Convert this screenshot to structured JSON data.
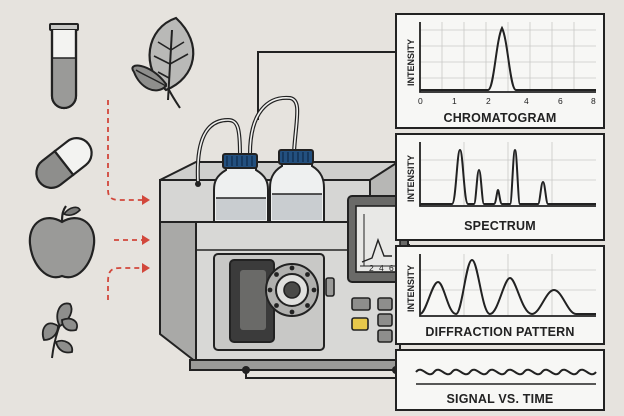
{
  "inputs": {
    "sample_icons": [
      "test-tube-icon",
      "leaf-icon",
      "capsule-icon",
      "apple-icon",
      "herb-sprig-icon"
    ]
  },
  "instrument": {
    "bottle_icons": [
      "solvent-bottle-icon",
      "solvent-bottle-icon"
    ],
    "screen_tick_labels": [
      "2",
      "4",
      "6"
    ]
  },
  "panels": {
    "chromatogram": {
      "title": "CHROMATOGRAM",
      "ylabel": "INTENSITY",
      "x_ticks": [
        "0",
        "1",
        "2",
        "4",
        "6",
        "8"
      ]
    },
    "spectrum": {
      "title": "SPECTRUM",
      "ylabel": "INTENSITY"
    },
    "diffraction": {
      "title": "DIFFRACTION PATTERN",
      "ylabel": "INTENSITY"
    },
    "signal": {
      "title": "SIGNAL VS. TIME"
    }
  },
  "colors": {
    "background": "#e6e3de",
    "instrument_body": "#d8d8d6",
    "bottle_cap": "#23507f",
    "arrow": "#d2473b",
    "ink": "#222222"
  }
}
